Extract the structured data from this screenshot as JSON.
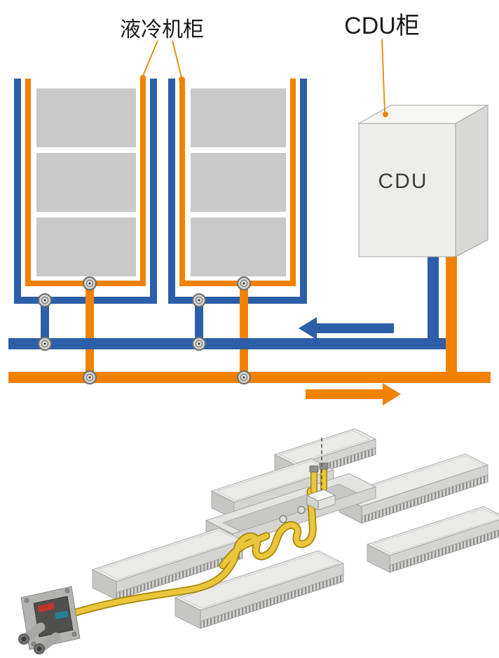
{
  "labels": {
    "liquid_cabinet": "液冷机柜",
    "cdu_cabinet": "CDU柜",
    "cdu_unit": "CDU"
  },
  "colors": {
    "pipe_blue": "#2d5ea8",
    "pipe_orange": "#f08200",
    "cabinet_gray": "#c9c9c9",
    "hose_yellow": "#e9c63c",
    "hose_outline": "#a8860b",
    "leader_orange": "#f08200"
  },
  "icons": {
    "blue_flow_arrow": "arrow-left",
    "orange_flow_arrow": "arrow-right",
    "valve": "pipe-valve-wheel"
  }
}
